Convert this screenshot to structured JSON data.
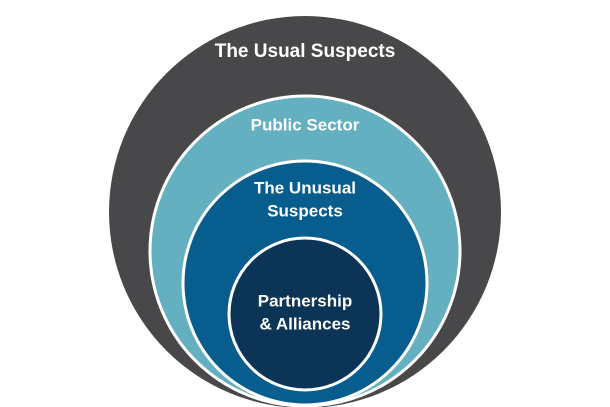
{
  "diagram": {
    "colors": {
      "ring_outer": "#48484a",
      "ring_second": "#64b0c0",
      "ring_third": "#075d8d",
      "ring_inner": "#0b3456",
      "border": "#ffffff",
      "text": "#ffffff"
    },
    "rings": [
      {
        "label_lines": [
          "The Usual Suspects"
        ]
      },
      {
        "label_lines": [
          "Public Sector"
        ]
      },
      {
        "label_lines": [
          "The Unusual",
          "Suspects"
        ]
      },
      {
        "label_lines": [
          "Partnership",
          "& Alliances"
        ]
      }
    ]
  }
}
